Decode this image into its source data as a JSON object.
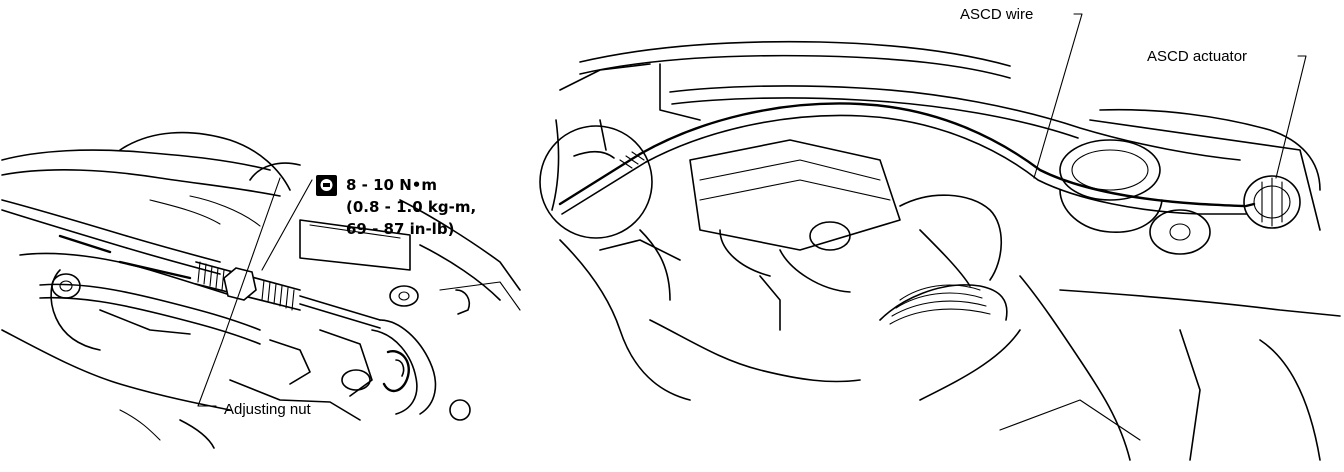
{
  "labels": {
    "ascd_wire": "ASCD wire",
    "ascd_actuator": "ASCD actuator",
    "adjusting_nut": "Adjusting nut"
  },
  "torque_spec": {
    "line1": "8 - 10 N•m",
    "line2": "(0.8 - 1.0 kg-m,",
    "line3": "69 - 87 in-lb)",
    "icon": "torque-wrench-icon"
  },
  "colors": {
    "ink": "#000000",
    "paper": "#ffffff"
  }
}
